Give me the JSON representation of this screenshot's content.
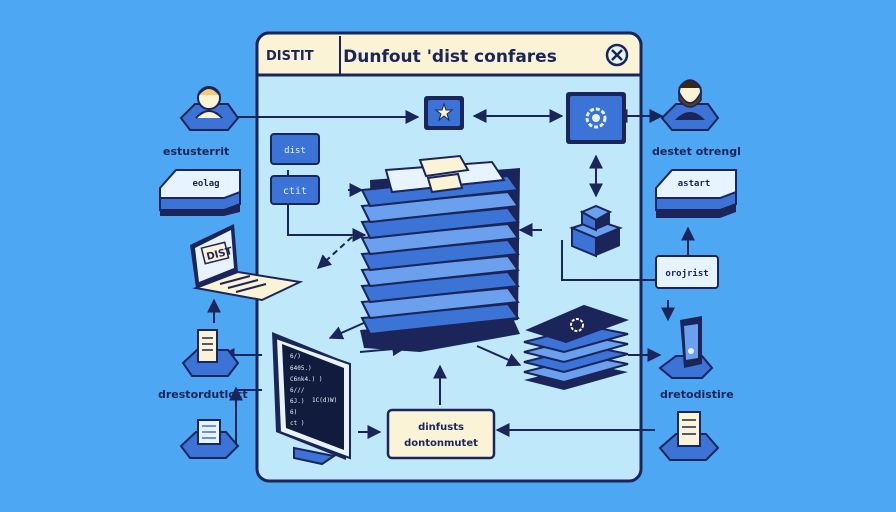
{
  "window": {
    "tag": "DISTIT",
    "title": "Dunfout 'dist confares",
    "close_icon": "close-icon"
  },
  "left": {
    "top_label": "estusterrit",
    "stack_label": "eolag",
    "laptop_screen": "DIST",
    "bottom_label": "drestordutloct"
  },
  "right": {
    "top_label": "destet otrengl",
    "stack_label": "astart",
    "box_label": "orojrist",
    "bottom_label": "dretodistire"
  },
  "center": {
    "box1": "dist",
    "box2": "ctit",
    "bottom_box_line1": "dinfusts",
    "bottom_box_line2": "dontonmutet",
    "terminal_lines": [
      "6/)",
      "6405.)",
      "C6nk4.) )",
      "6///",
      "6J.)",
      "6)",
      "ct )"
    ],
    "terminal_side": "1C(d)W)"
  },
  "colors": {
    "background": "#4ea7f2",
    "panel": "#bfe9fb",
    "navy": "#1b2559",
    "blue": "#3b73d6",
    "cream": "#fbf3d5"
  },
  "icons": [
    "user-avatar-icon",
    "bearded-user-icon",
    "star-node-icon",
    "gear-node-icon",
    "server-stack-icon",
    "laptop-icon",
    "monitor-icon",
    "document-icon",
    "phone-icon"
  ]
}
